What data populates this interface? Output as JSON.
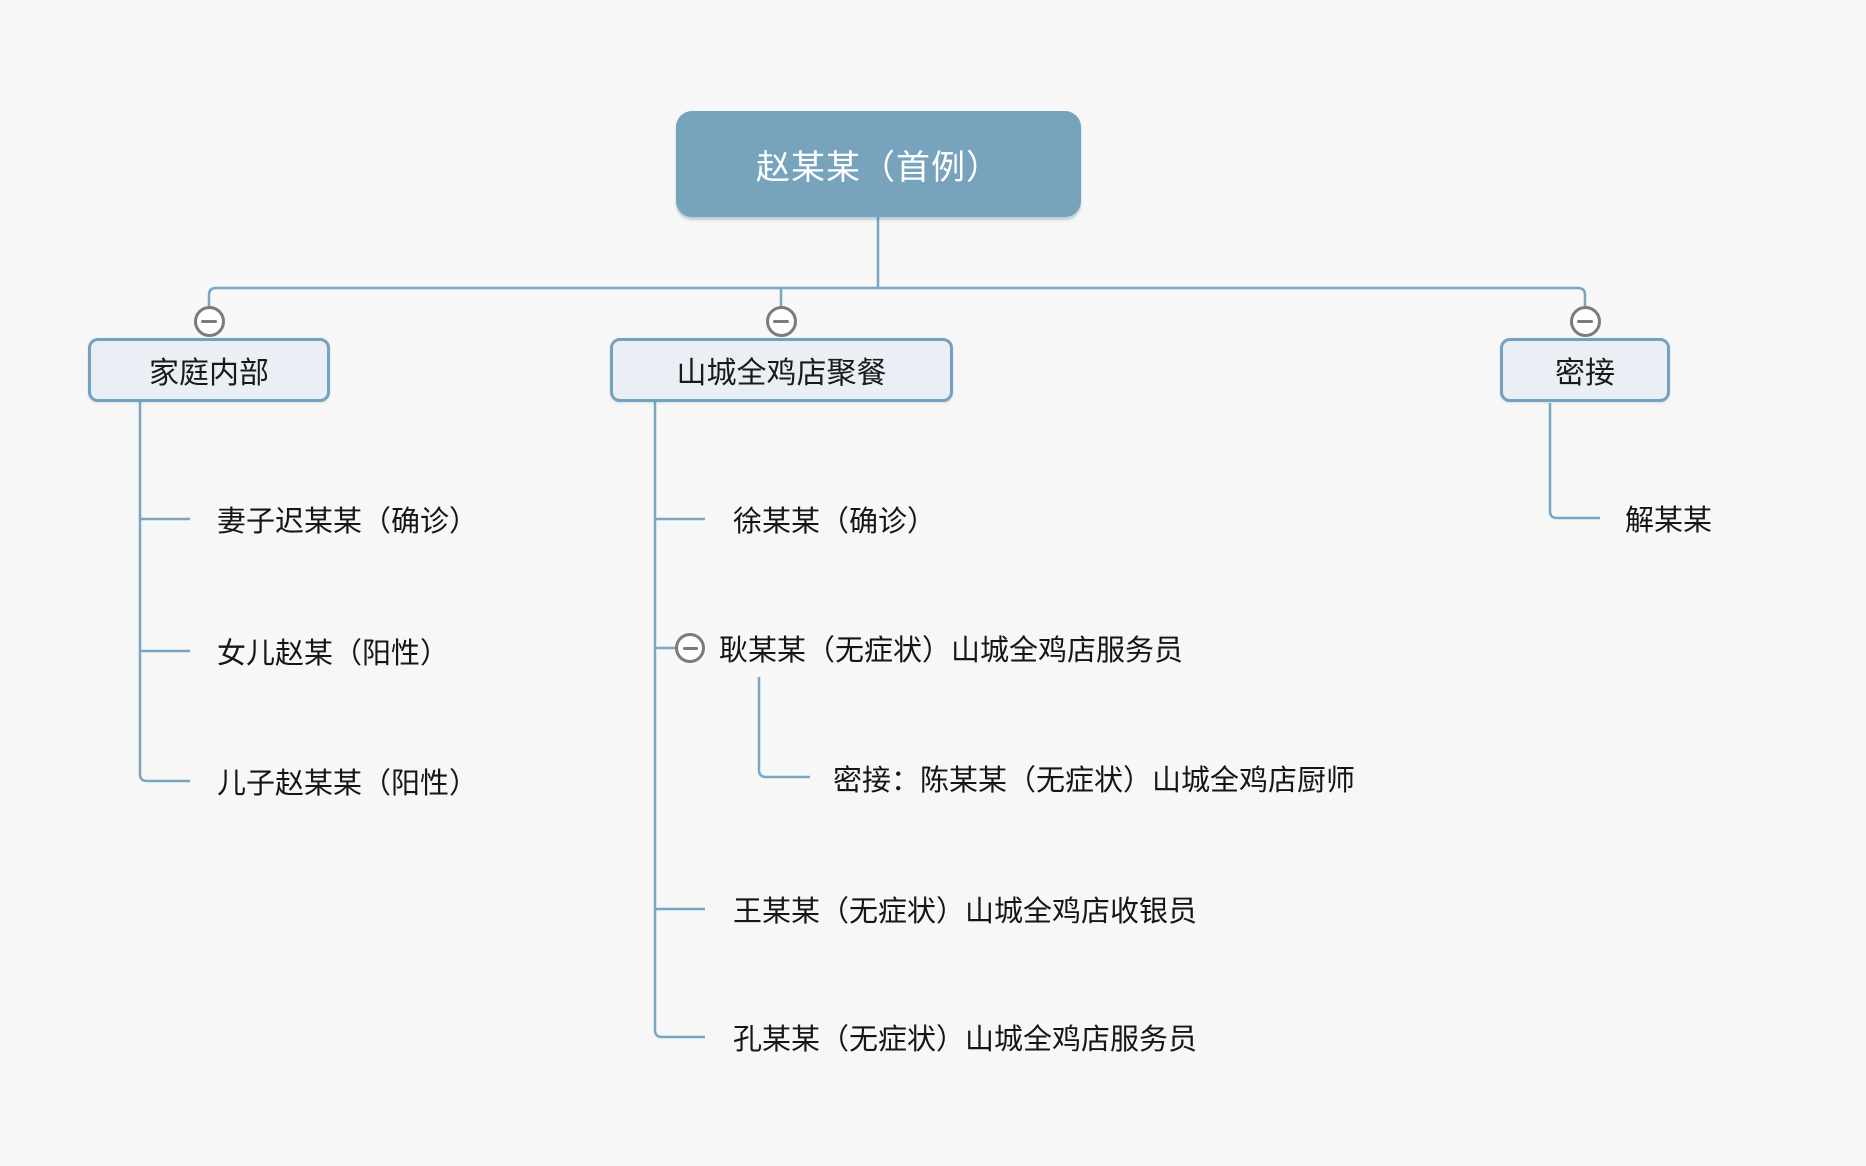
{
  "diagram": {
    "type": "mindmap-tree",
    "background_color": "#f7f7f8",
    "connector_color": "#7aa6c2",
    "collapse_icon": "minus-circle-icon",
    "collapse_icon_color": "#7b7b7b"
  },
  "root": {
    "label": "赵某某（首例）",
    "fill_color": "#78a3bd",
    "text_color": "#ffffff"
  },
  "branches": [
    {
      "label": "家庭内部",
      "fill_color": "#e9eff4",
      "border_color": "#74a1bf",
      "children": [
        {
          "label": "妻子迟某某（确诊）"
        },
        {
          "label": "女儿赵某（阳性）"
        },
        {
          "label": "儿子赵某某（阳性）"
        }
      ]
    },
    {
      "label": "山城全鸡店聚餐",
      "fill_color": "#e9eff4",
      "border_color": "#74a1bf",
      "children": [
        {
          "label": "徐某某（确诊）"
        },
        {
          "label": "耿某某（无症状）山城全鸡店服务员",
          "has_collapse_toggle": true,
          "children": [
            {
              "label": "密接：陈某某（无症状）山城全鸡店厨师"
            }
          ]
        },
        {
          "label": "王某某（无症状）山城全鸡店收银员"
        },
        {
          "label": "孔某某（无症状）山城全鸡店服务员"
        }
      ]
    },
    {
      "label": "密接",
      "fill_color": "#e9eff4",
      "border_color": "#74a1bf",
      "children": [
        {
          "label": "解某某"
        }
      ]
    }
  ]
}
